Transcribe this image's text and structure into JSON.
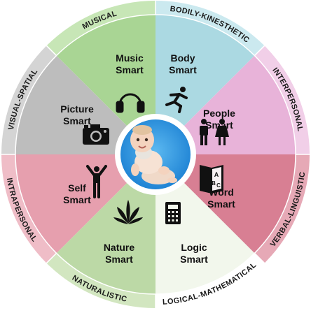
{
  "center_image": "baby-crawling-photo",
  "segments": [
    {
      "id": "musical",
      "outer_label": "MUSICAL",
      "inner_line1": "Music",
      "inner_line2": "Smart",
      "icon": "headphones-icon",
      "inner_color": "#a9d594",
      "ring_color": "#c7e6b6"
    },
    {
      "id": "bodily",
      "outer_label": "BODILY-KINESTHETIC",
      "inner_line1": "Body",
      "inner_line2": "Smart",
      "icon": "running-person-icon",
      "inner_color": "#abd9e2",
      "ring_color": "#cbe9ef"
    },
    {
      "id": "interpersonal",
      "outer_label": "INTERPERSONAL",
      "inner_line1": "People",
      "inner_line2": "Smart",
      "icon": "people-icon",
      "inner_color": "#e8b3d9",
      "ring_color": "#f1cfe8"
    },
    {
      "id": "verbal",
      "outer_label": "VERBAL-LINGUISTIC",
      "inner_line1": "Word",
      "inner_line2": "Smart",
      "icon": "abc-book-icon",
      "inner_color": "#d87f93",
      "ring_color": "#e6a9b6"
    },
    {
      "id": "logical",
      "outer_label": "LOGICAL-MATHEMATICAL",
      "inner_line1": "Logic",
      "inner_line2": "Smart",
      "icon": "calculator-icon",
      "inner_color": "#f2f7ec",
      "ring_color": "#ffffff"
    },
    {
      "id": "naturalistic",
      "outer_label": "NATURALISTIC",
      "inner_line1": "Nature",
      "inner_line2": "Smart",
      "icon": "plant-icon",
      "inner_color": "#bcd9a6",
      "ring_color": "#d2e6c0"
    },
    {
      "id": "intrapersonal",
      "outer_label": "INTRAPERSONAL",
      "inner_line1": "Self",
      "inner_line2": "Smart",
      "icon": "person-arms-up-icon",
      "inner_color": "#e69fae",
      "ring_color": "#efbdc7"
    },
    {
      "id": "visual",
      "outer_label": "VISUAL-SPATIAL",
      "inner_line1": "Picture",
      "inner_line2": "Smart",
      "icon": "camera-icon",
      "inner_color": "#bdbdbd",
      "ring_color": "#d4d4d4"
    }
  ]
}
